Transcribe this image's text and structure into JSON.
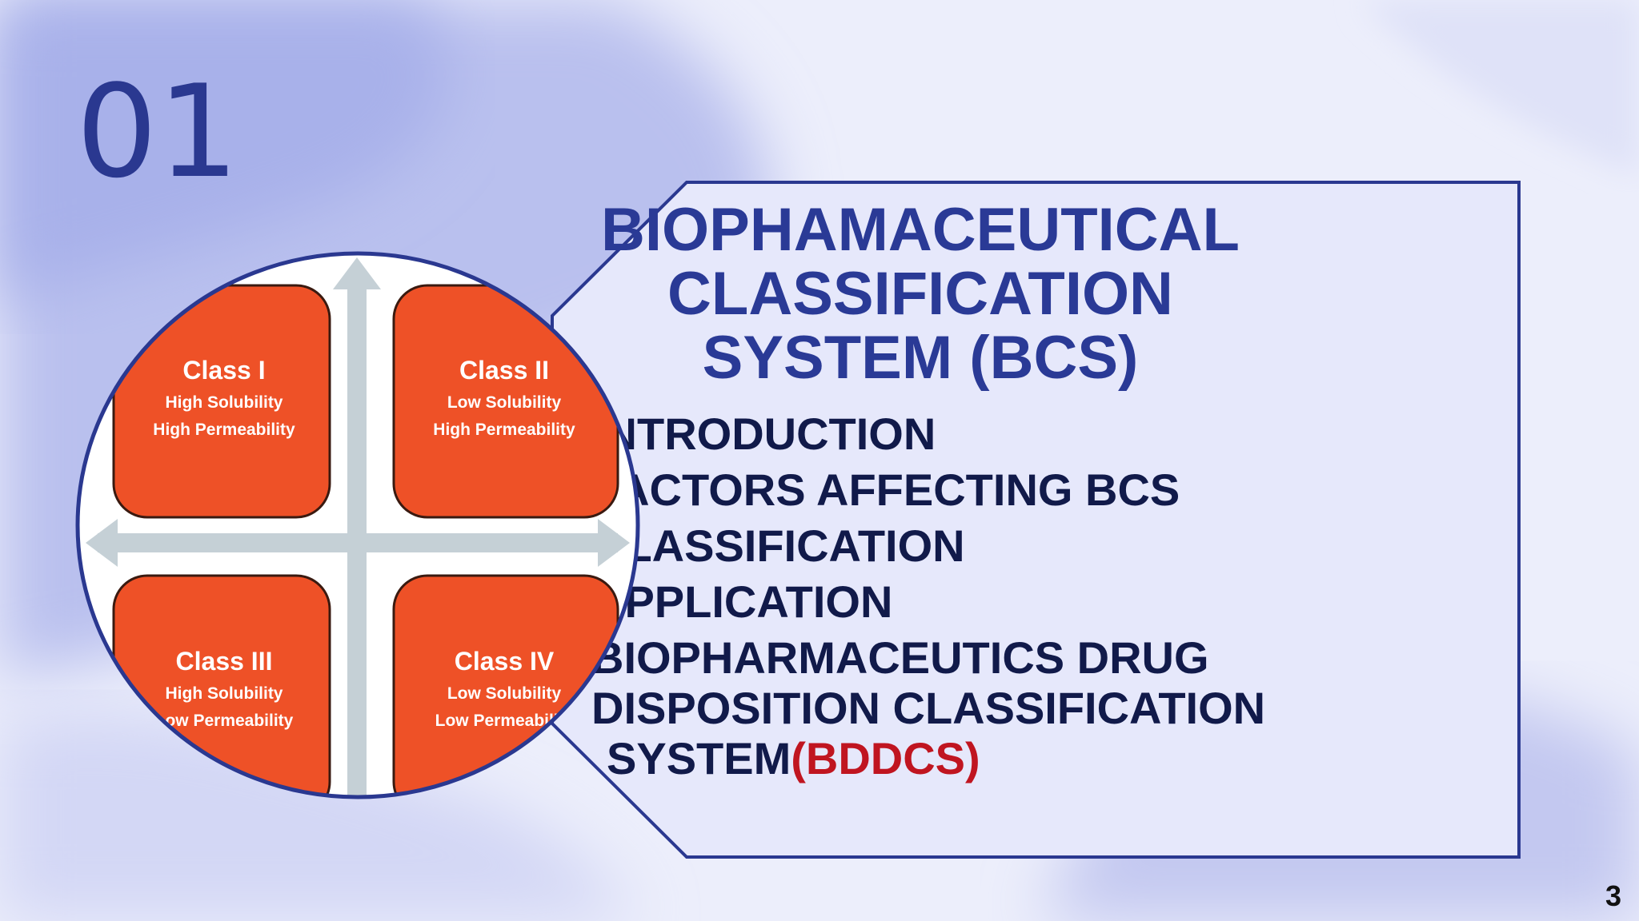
{
  "slide_number": "01",
  "title_lines": [
    "BIOPHAMACEUTICAL",
    "CLASSIFICATION",
    "SYSTEM (BCS)"
  ],
  "topics": [
    "INTRODUCTION",
    "FACTORS AFFECTING BCS",
    "CLASSIFICATION",
    "APPLICATION",
    "BIOPHARMACEUTICS DRUG",
    "DISPOSITION CLASSIFICATION",
    "SYSTEM"
  ],
  "topic_accent": "(BDDCS)",
  "page_number": "3",
  "bcs_quadrants": [
    {
      "title": "Class I",
      "solubility": "High Solubility",
      "permeability": "High Permeability"
    },
    {
      "title": "Class II",
      "solubility": "Low Solubility",
      "permeability": "High Permeability"
    },
    {
      "title": "Class III",
      "solubility": "High Solubility",
      "permeability": "Low Permeability"
    },
    {
      "title": "Class IV",
      "solubility": "Low Solubility",
      "permeability": "Low Permeability"
    }
  ],
  "colors": {
    "accent": "#2a3a96",
    "quadrant": "#ee5127",
    "highlight": "#c01520"
  }
}
